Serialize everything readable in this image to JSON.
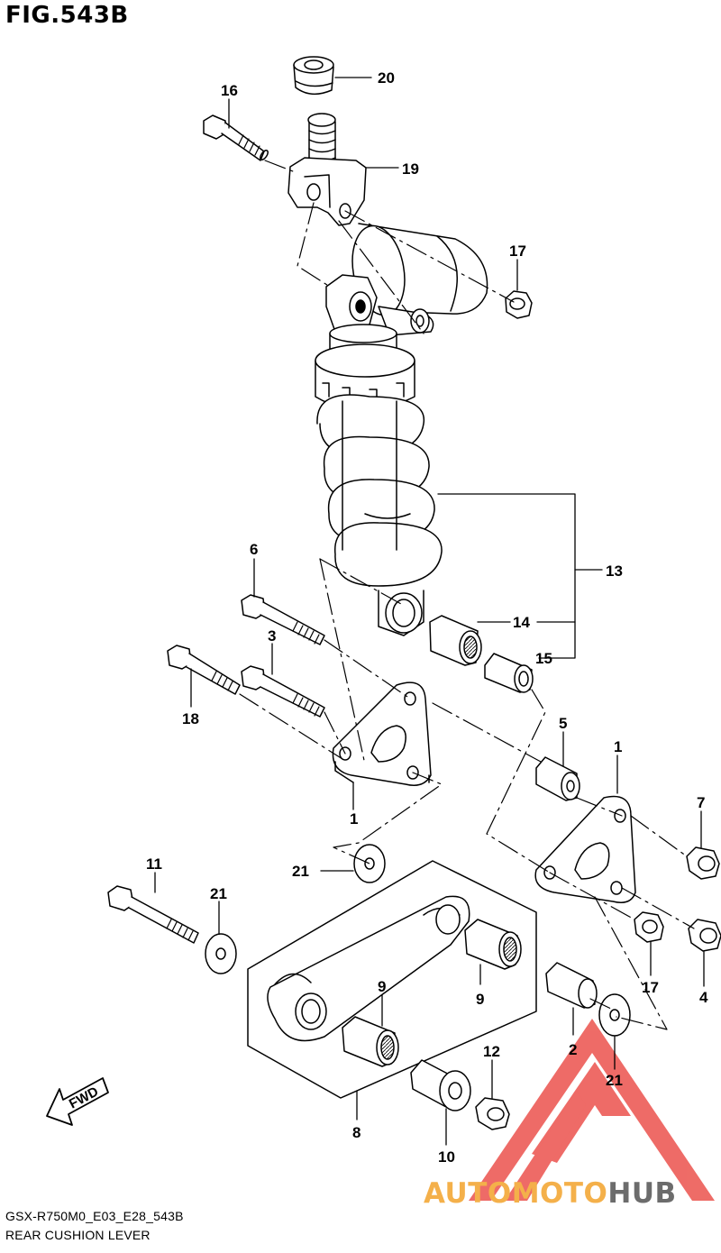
{
  "figure": {
    "title": "FIG.543B"
  },
  "footer": {
    "model_code": "GSX-R750M0_E03_E28_543B",
    "section_title": "REAR CUSHION LEVER"
  },
  "watermark": {
    "part1": "AUTOMOTO",
    "part2": "HUB",
    "color_main": "#f4b04a",
    "color_dark": "#6c6c6c",
    "logo_red": "#e8332d"
  },
  "fwd_arrow": {
    "text": "FWD"
  },
  "callouts": {
    "c1a": "1",
    "c1b": "1",
    "c2": "2",
    "c3": "3",
    "c4": "4",
    "c5": "5",
    "c6": "6",
    "c7": "7",
    "c8": "8",
    "c9a": "9",
    "c9b": "9",
    "c10": "10",
    "c11": "11",
    "c12": "12",
    "c13": "13",
    "c14": "14",
    "c15": "15",
    "c16": "16",
    "c17a": "17",
    "c17b": "17",
    "c18": "18",
    "c19": "19",
    "c20": "20",
    "c21a": "21",
    "c21b": "21",
    "c21c": "21"
  }
}
